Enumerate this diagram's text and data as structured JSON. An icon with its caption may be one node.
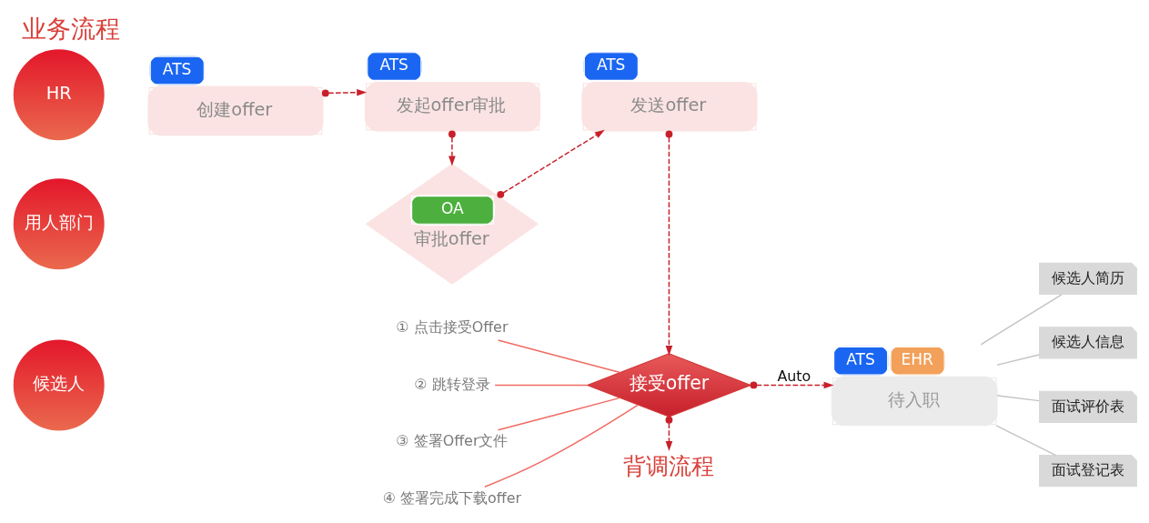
{
  "diagram": {
    "title": "业务流程",
    "nodes": [
      {
        "text": [
          "HR"
        ]
      },
      {
        "text": [
          "ATS",
          "创建offer"
        ]
      },
      {
        "text": [
          "ATS",
          "发起offer审批"
        ]
      },
      {
        "text": [
          "ATS",
          "发送offer"
        ]
      },
      {
        "text": [
          "用人部门"
        ]
      },
      {
        "text": [
          "OA",
          "审批offer"
        ]
      },
      {
        "text": [
          "候选人"
        ]
      },
      {
        "text": [
          "① 点击接受Offer"
        ]
      },
      {
        "text": [
          "② 跳转登录"
        ]
      },
      {
        "text": [
          "③ 签署Offer文件"
        ]
      },
      {
        "text": [
          "④ 签署完成下载offer"
        ]
      },
      {
        "text": [
          "接受offer"
        ]
      },
      {
        "text": [
          "ATS",
          "EHR",
          "待入职"
        ]
      },
      {
        "text": [
          "候选人简历"
        ]
      },
      {
        "text": [
          "候选人信息"
        ]
      },
      {
        "text": [
          "面试评价表"
        ]
      },
      {
        "text": [
          "面试登记表"
        ]
      },
      {
        "text": [
          "背调流程"
        ]
      }
    ],
    "edges": [
      {
        "from": 1,
        "to": 2,
        "arrow": "to",
        "style": "dashed"
      },
      {
        "from": 2,
        "to": 5,
        "arrow": "to",
        "style": "dashed"
      },
      {
        "from": 5,
        "to": 3,
        "arrow": "to",
        "style": "dashed"
      },
      {
        "from": 3,
        "to": 11,
        "arrow": "to",
        "style": "dashed"
      },
      {
        "from": 11,
        "to": 12,
        "arrow": "to",
        "style": "dashed",
        "label": "Auto"
      },
      {
        "from": 11,
        "to": 17,
        "arrow": "to",
        "style": "dashed"
      },
      {
        "from": 7,
        "to": 11,
        "arrow": "none",
        "color": "#f06b63"
      },
      {
        "from": 8,
        "to": 11,
        "arrow": "none",
        "color": "#f06b63"
      },
      {
        "from": 9,
        "to": 11,
        "arrow": "none",
        "color": "#f06b63"
      },
      {
        "from": 10,
        "to": 11,
        "arrow": "none",
        "color": "#f06b63"
      },
      {
        "from": 12,
        "to": 13,
        "arrow": "none",
        "color": "#c4c4c4"
      },
      {
        "from": 12,
        "to": 14,
        "arrow": "none",
        "color": "#c4c4c4"
      },
      {
        "from": 12,
        "to": 15,
        "arrow": "none",
        "color": "#c4c4c4"
      },
      {
        "from": 12,
        "to": 16,
        "arrow": "none",
        "color": "#c4c4c4"
      }
    ]
  }
}
